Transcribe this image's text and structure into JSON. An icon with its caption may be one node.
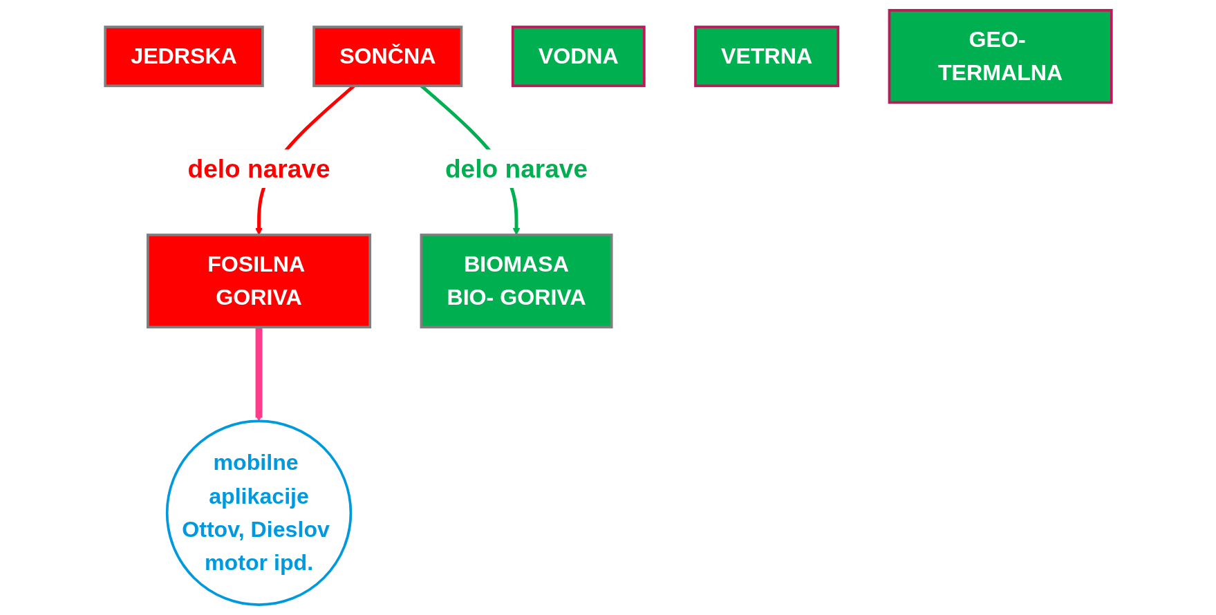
{
  "diagram": {
    "nodes": [
      {
        "text": [
          "JEDRSKA"
        ]
      },
      {
        "text": [
          "SONČNA"
        ]
      },
      {
        "text": [
          "VODNA"
        ]
      },
      {
        "text": [
          "VETRNA"
        ]
      },
      {
        "text": [
          "GEO- TERMALNA"
        ]
      },
      {
        "text": [
          "FOSILNA GORIVA"
        ]
      },
      {
        "text": [
          "BIOMASA",
          "BIO- GORIVA"
        ]
      },
      {
        "text": [
          "mobilne aplikacije",
          "Ottov, Dieslov motor ipd."
        ]
      }
    ],
    "edges": [
      {
        "from": 1,
        "to": 5,
        "arrow": "to",
        "label": "delo narave",
        "color": "#ff0000"
      },
      {
        "from": 1,
        "to": 6,
        "arrow": "to",
        "label": "delo narave",
        "color": "#00b050"
      },
      {
        "from": 5,
        "to": 7,
        "arrow": "to",
        "style": "thick",
        "color": "#ff3c8c"
      }
    ]
  }
}
